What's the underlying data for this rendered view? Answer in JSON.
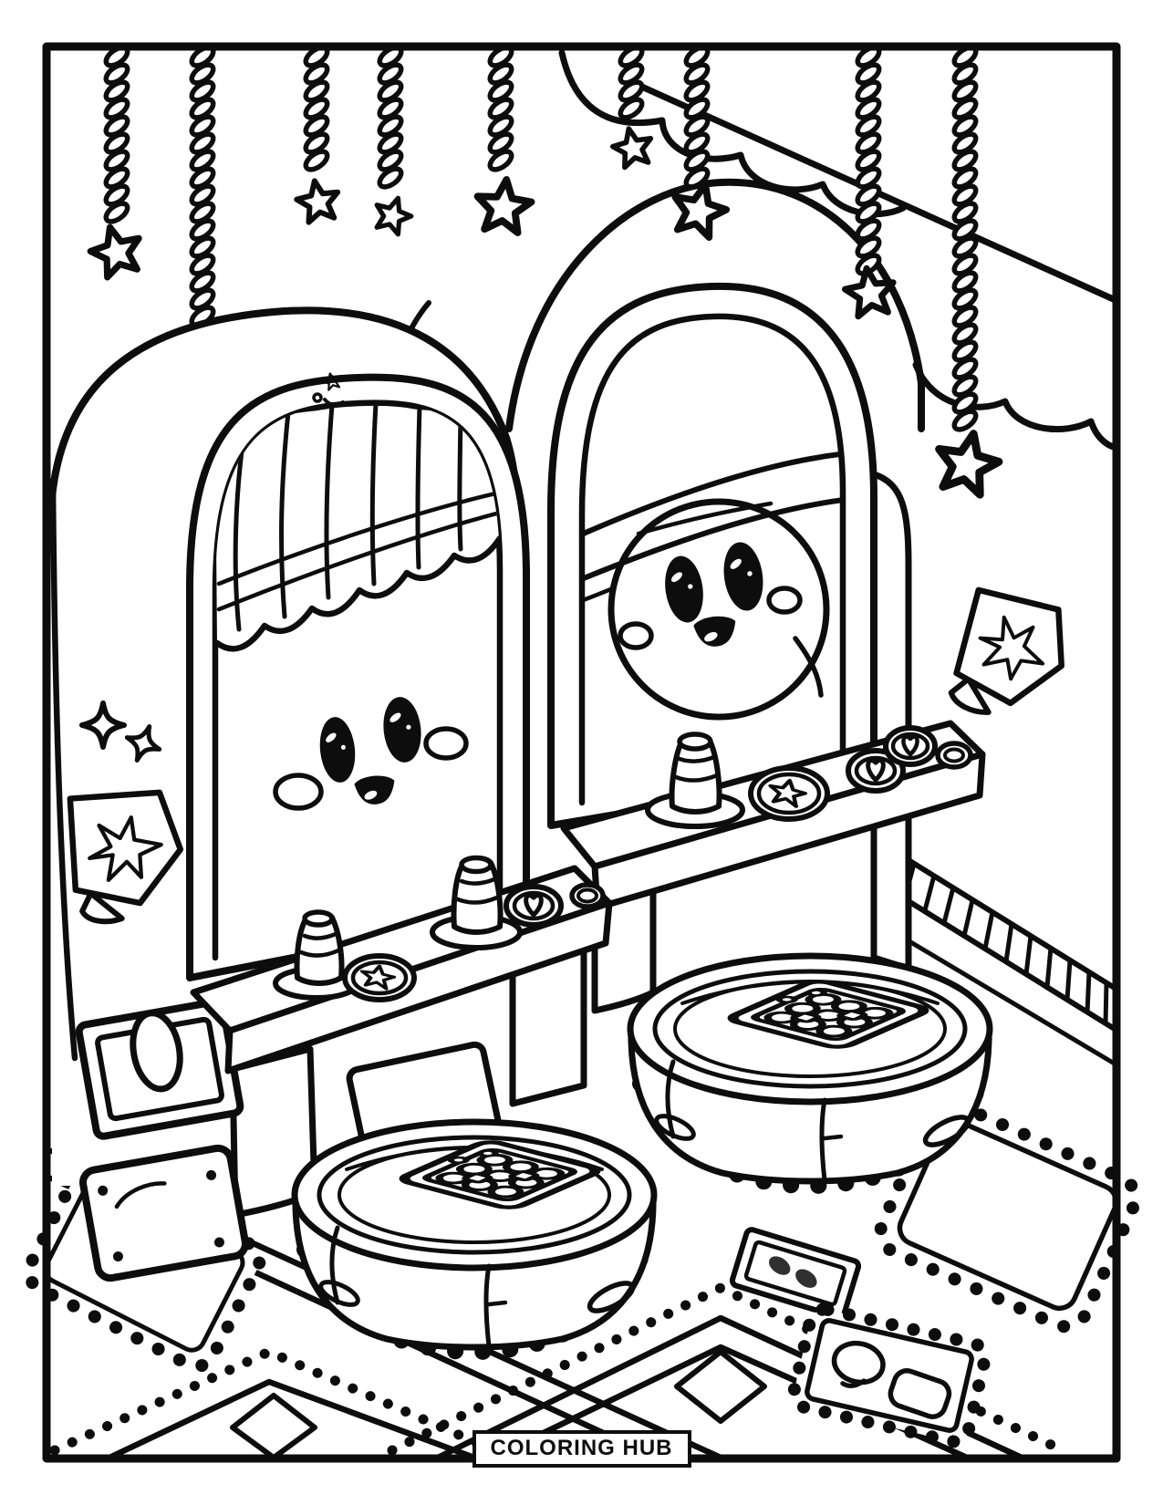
{
  "ink_color": "#0d0d0d",
  "paper_color": "#ffffff",
  "footer": {
    "label": "COLORING HUB"
  },
  "scene": {
    "description": "Black-and-white coloring page: two kawaii arcade machines with smiling faces in arched windows, curtain tops, control panels with joysticks and star/heart buttons, coin doors, two round poufs topped with candy trays, hanging rope garlands with stars, clouds, star tags, sparkles and a zigzag bead-trimmed rug with mats, ticket and stamp cards.",
    "machine_count": 2,
    "button_doodles": [
      "star",
      "heart"
    ],
    "props": [
      "hanging-star-ropes",
      "clouds",
      "left-arcade-machine",
      "right-arcade-machine",
      "left-pouf",
      "right-pouf",
      "candy-tray",
      "patterned-rug",
      "scalloped-mat",
      "ticket-card",
      "stamp-card",
      "star-tag",
      "sparkles"
    ]
  }
}
